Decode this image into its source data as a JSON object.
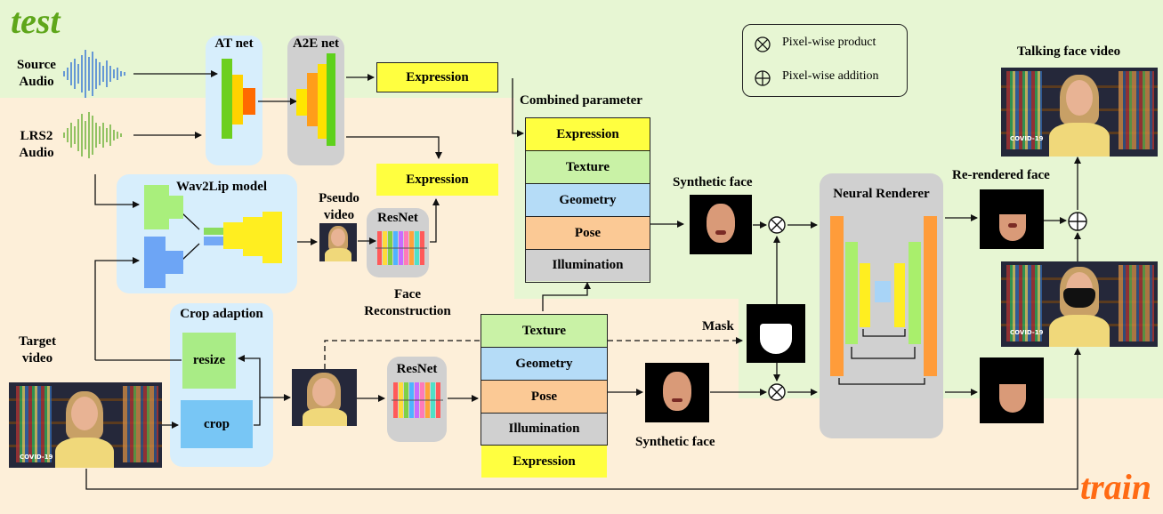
{
  "tags": {
    "test": "test",
    "train": "train"
  },
  "inputs": {
    "source_audio": "Source\nAudio",
    "lrs2_audio": "LRS2\nAudio",
    "target_video": "Target\nvideo"
  },
  "nets": {
    "at_net": "AT net",
    "a2e_net": "A2E net",
    "wav2lip": "Wav2Lip model",
    "crop_adaption": "Crop adaption",
    "resnet": "ResNet",
    "neural_renderer": "Neural Renderer"
  },
  "crop": {
    "resize": "resize",
    "crop": "crop"
  },
  "labels": {
    "pseudo_video": "Pseudo\nvideo",
    "face_reconstruction": "Face\nReconstruction",
    "combined_parameter": "Combined parameter",
    "synthetic_face": "Synthetic face",
    "mask": "Mask",
    "re_rendered_face": "Re-rendered face",
    "talking_face_video": "Talking face video"
  },
  "expression": "Expression",
  "combined_params": [
    "Expression",
    "Texture",
    "Geometry",
    "Pose",
    "Illumination"
  ],
  "train_params": [
    "Texture",
    "Geometry",
    "Pose",
    "Illumination"
  ],
  "legend": {
    "product": "Pixel-wise product",
    "addition": "Pixel-wise addition"
  },
  "thumb_text": "COVID-19",
  "colors": {
    "test_bg": "#e7f6d3",
    "train_bg": "#fdefd9",
    "expression": "#ffff40",
    "texture": "#c9f2a6",
    "geometry": "#b5dcf7",
    "pose": "#fbc995",
    "illumination": "#d0d0d0",
    "test_tag": "#5ea61a",
    "train_tag": "#ff6a13"
  }
}
